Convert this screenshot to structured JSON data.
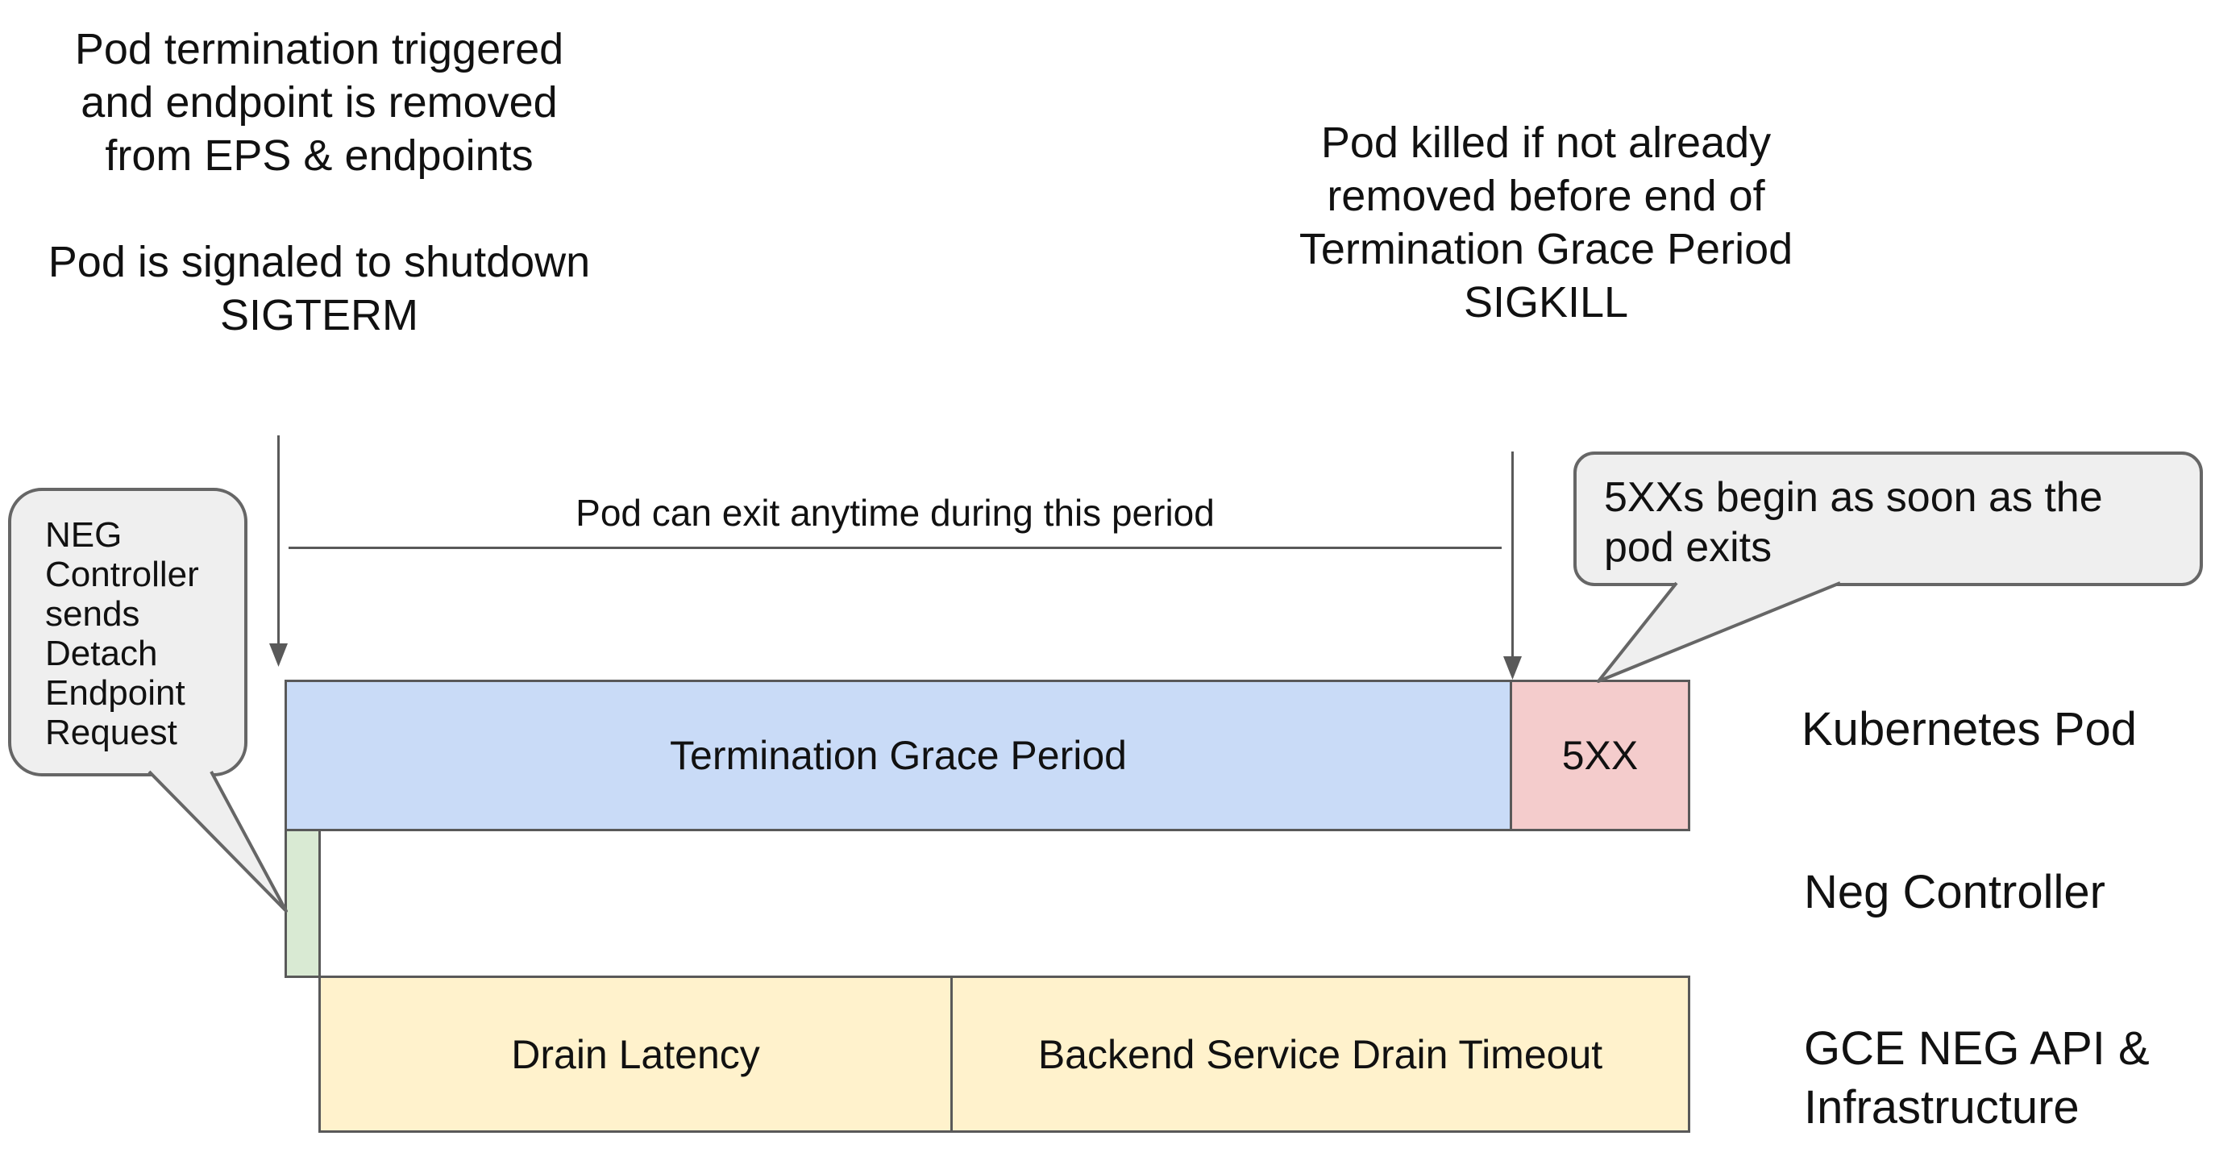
{
  "colors": {
    "blue": "#c9dbf7",
    "red": "#f4cccc",
    "green": "#d9ead3",
    "yellow": "#fff2cc",
    "bubble_fill": "#efefef",
    "bubble_border": "#666666",
    "bar_border": "#595959",
    "line": "#595959",
    "text": "#111111"
  },
  "annotations": {
    "pod_termination": "Pod termination triggered\nand endpoint is removed\nfrom EPS & endpoints\n\nPod is signaled to shutdown\nSIGTERM",
    "pod_killed": "Pod killed if not already\nremoved before end of\nTermination Grace Period\nSIGKILL",
    "pod_can_exit": "Pod can exit anytime during this period"
  },
  "callouts": {
    "neg_controller": "NEG\nController\nsends\nDetach\nEndpoint\nRequest",
    "five_xx_begin": "5XXs begin as soon as the\npod exits"
  },
  "timeline": {
    "termination_grace_period": "Termination Grace Period",
    "five_xx": "5XX",
    "drain_latency": "Drain Latency",
    "backend_service_drain_timeout": "Backend Service Drain Timeout"
  },
  "row_labels": {
    "kubernetes_pod": "Kubernetes Pod",
    "neg_controller": "Neg Controller",
    "gce_infra": "GCE NEG API &\nInfrastructure"
  }
}
